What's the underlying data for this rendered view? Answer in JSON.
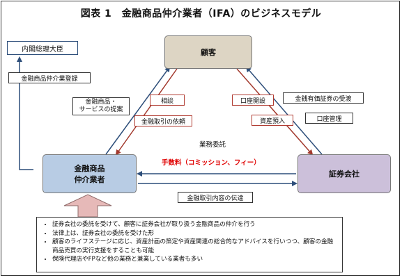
{
  "title": "図表 1　金融商品仲介業者（IFA）のビジネスモデル",
  "nodes": {
    "customer": "顧客",
    "ifa_line1": "金融商品",
    "ifa_line2": "仲介業者",
    "securities": "証券会社",
    "regulator": "内閣総理大臣"
  },
  "labels": {
    "registration": "金融商品仲介業登録",
    "proposal_line1": "金融商品・",
    "proposal_line2": "サービスの提案",
    "consultation": "相談",
    "trade_request": "金融取引の依頼",
    "account_opening": "口座開設",
    "asset_deposit": "資産預入",
    "securities_custody": "金銭有価証券の受渡",
    "account_management": "口座管理",
    "business_delegation": "業務委託",
    "fees": "手数料（コミッション、フィー）",
    "transaction_info": "金融取引内容の伝達"
  },
  "notes": [
    "証券会社の委託を受けて、顧客に証券会社が取り扱う金融商品の仲介を行う",
    "法律上は、証券会社の委託を受けた形",
    "顧客のライフステージに応じ、資産計画の策定や資産関連の総合的なアドバイスを行いつつ、顧客の金融商品売買の実行支援をすることも可能",
    "保険代理店やFPなど他の業務と兼業している業者も多い"
  ],
  "colors": {
    "customer_fill": "#ddd5c4",
    "ifa_fill": "#b8cce4",
    "securities_fill": "#ccc0da",
    "red_arrow": "#a33a2e",
    "blue_arrow": "#2d4e7a",
    "fees_text": "#e00000",
    "up_arrow_fill": "#e6b9b8"
  }
}
